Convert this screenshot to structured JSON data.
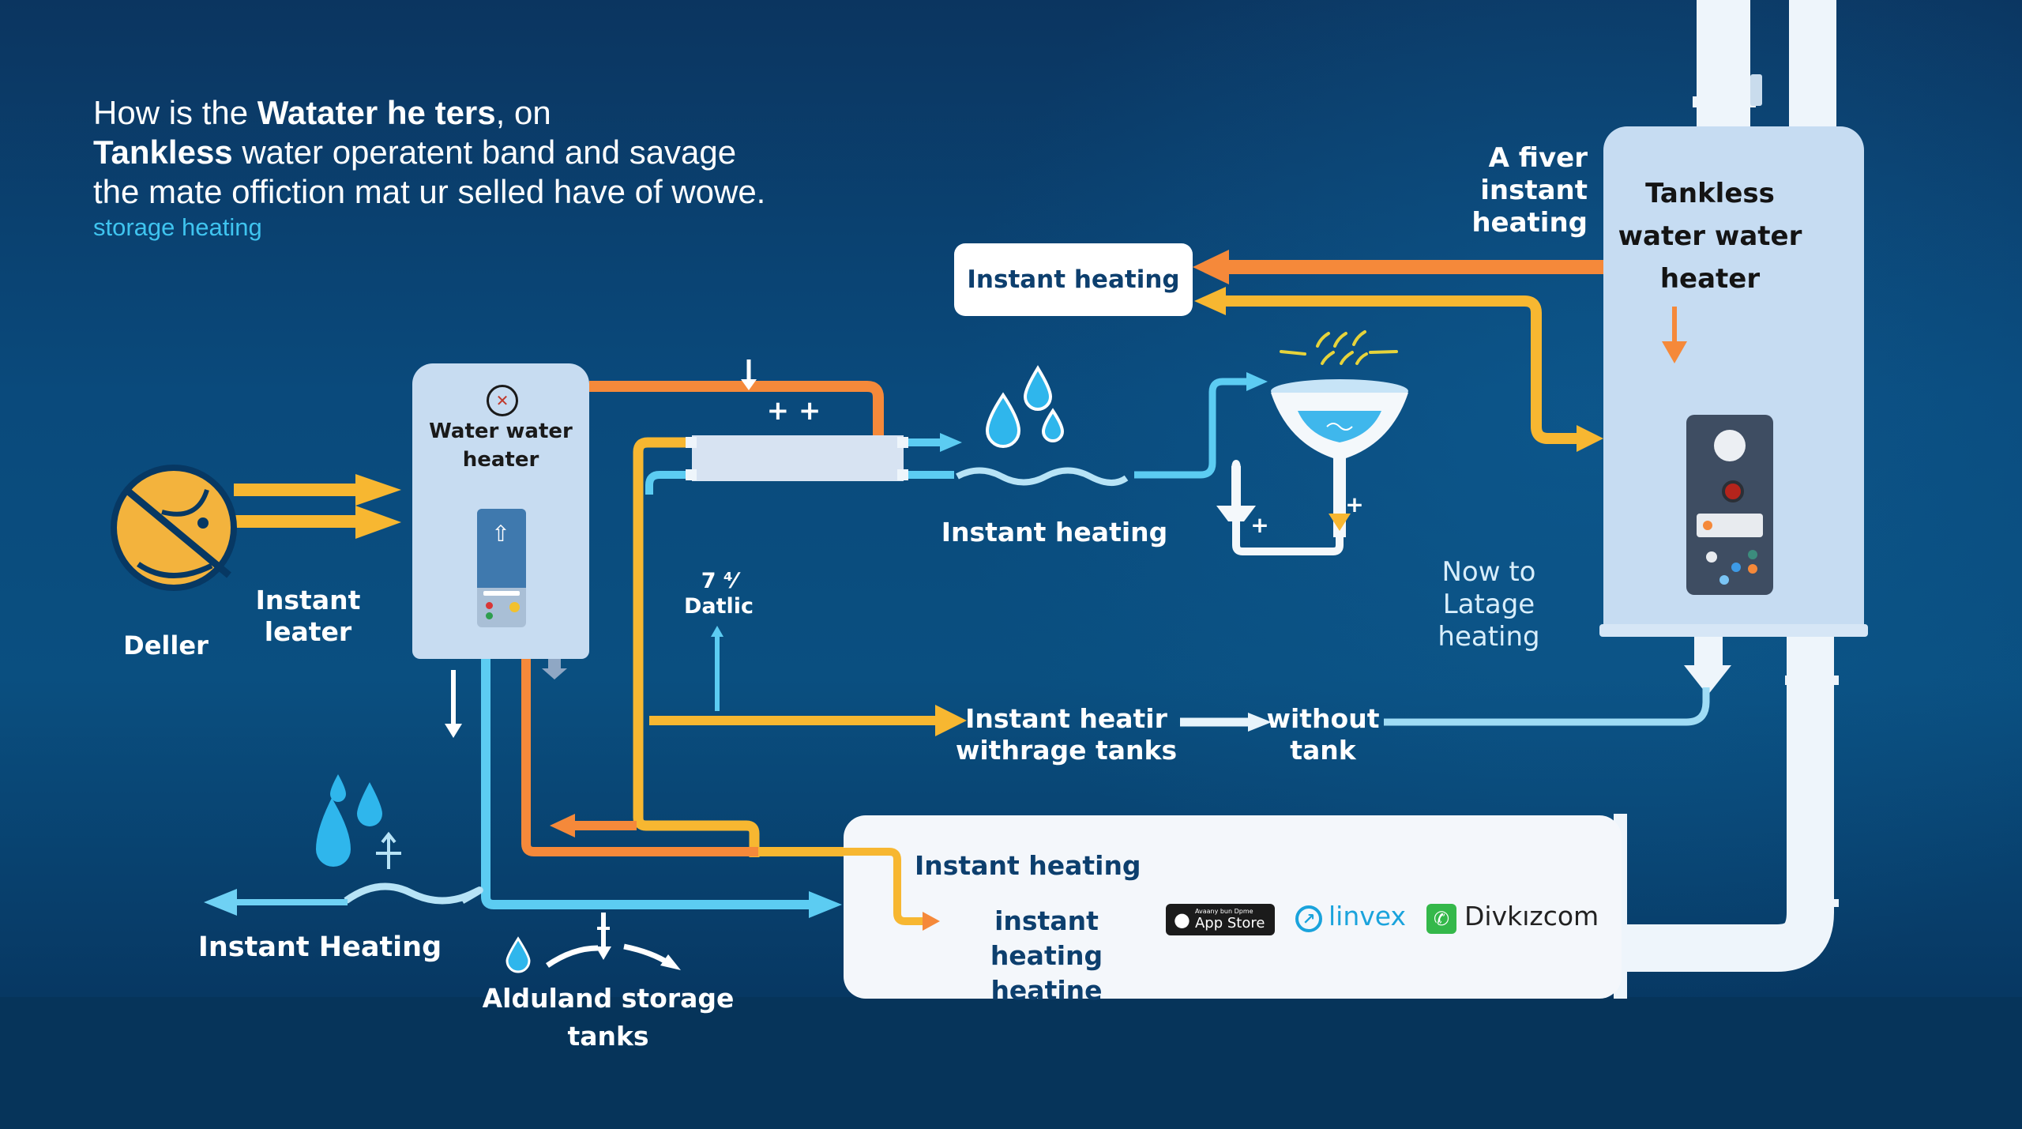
{
  "title": {
    "line1_prefix": "How is the ",
    "line1_bold": "Watater he ters",
    "line1_suffix": ", on",
    "line2_bold": "Tankless",
    "line2_suffix": " water operatent band and savage",
    "line3": "the mate offiction mat ur selled have of wowe.",
    "subtitle": "storage heating"
  },
  "left_heater": {
    "label_line1": "Water water",
    "label_line2": "heater",
    "icon": "no-symbol-icon"
  },
  "right_heater": {
    "label_line1": "Tankless",
    "label_line2": "water water",
    "label_line3": "heater"
  },
  "labels": {
    "deller": "Deller",
    "instant_leater_1": "Instant",
    "instant_leater_2": "leater",
    "instant_heating_box": "Instant heating",
    "instant_heating_mid": "Instant heating",
    "a_fiver_1": "A fiver instant",
    "a_fiver_2": "heating",
    "now_to_1": "Now to",
    "now_to_2": "Latage",
    "now_to_3": "heating",
    "datlic_1": "7 ⁴⁄",
    "datlic_2": "Datlic",
    "heatir_1": "Instant heatir",
    "heatir_2": "withrage tanks",
    "without_1": "without",
    "without_2": "tank",
    "instant_heating_left": "Instant Heating",
    "alduland_1": "Alduland storage",
    "alduland_2": "tanks",
    "plus_signs": "+ +",
    "plus": "+"
  },
  "info_panel": {
    "heading": "Instant heating",
    "line1": "instant heating",
    "line2": "heatine",
    "app_store_small": "Avaany bun Dpme",
    "app_store_big": "App Store",
    "brand1": "linvex",
    "brand2": "Divkızcom"
  },
  "colors": {
    "background": "#0a4a7c",
    "hot_pipe": "#f5893a",
    "warm_pipe": "#f7b731",
    "cold_pipe": "#5cccf2",
    "heater_body": "#c7dcf1",
    "panel_text": "#0d3f6e",
    "brand_linvex": "#1aa3dc",
    "brand_phone": "#34b84a"
  }
}
